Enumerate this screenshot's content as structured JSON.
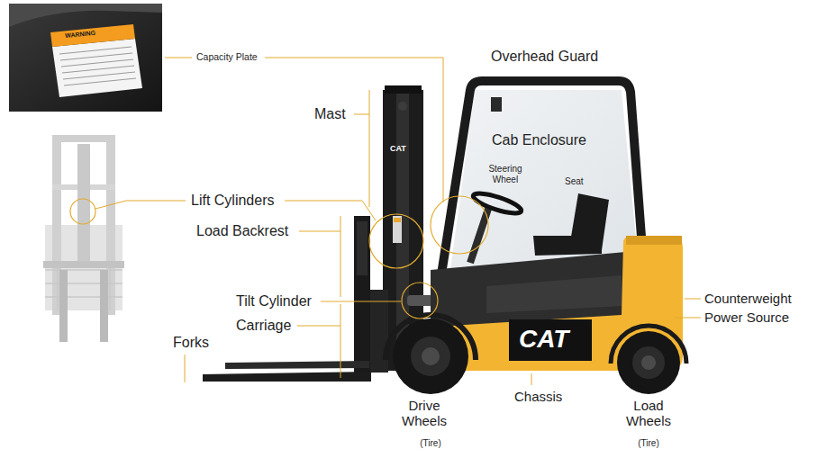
{
  "diagram": {
    "labels": [
      "Capacity Plate",
      "WARNING",
      "Overhead Guard",
      "Mast",
      "CAT",
      "Cab Enclosure",
      "Steering Wheel",
      "Seat",
      "Lift Cylinders",
      "Load Backrest",
      "Tilt Cylinder",
      "Carriage",
      "Forks",
      "Counterweight",
      "Power Source",
      "CAT",
      "Chassis",
      "Drive Wheels",
      "(Tire)",
      "Load Wheels",
      "(Tire)"
    ]
  }
}
